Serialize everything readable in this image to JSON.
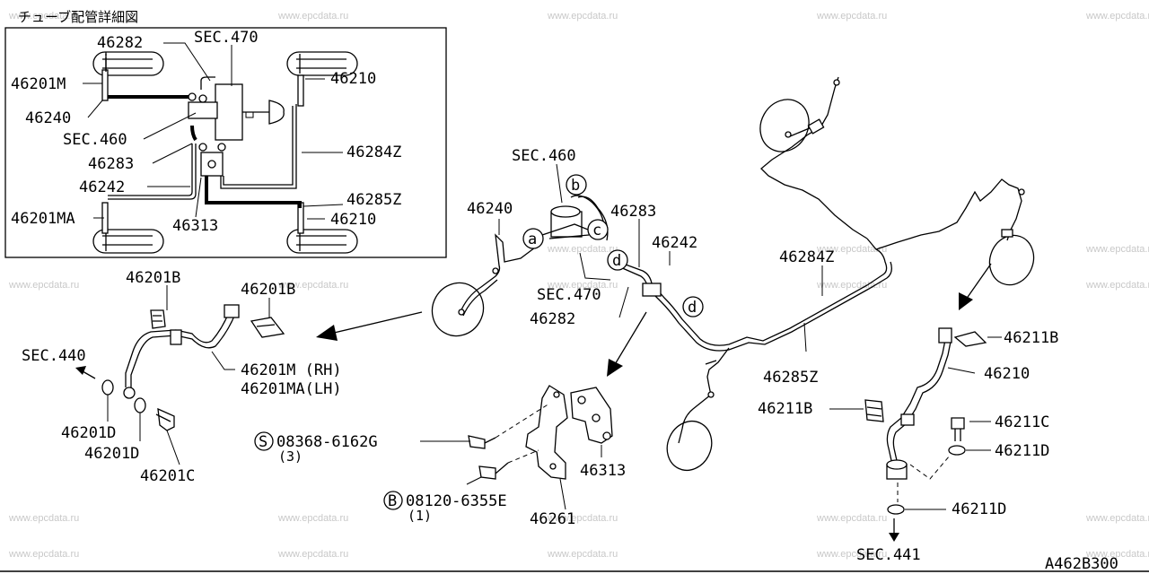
{
  "inset": {
    "title": "チューブ配管詳細図"
  },
  "watermark": "www.epcdata.ru",
  "callouts": {
    "c_b": "b",
    "c_c": "c",
    "c_a": "a",
    "c_d1": "d",
    "c_d2": "d"
  },
  "labels": {
    "i46282": "46282",
    "isec470": "SEC.470",
    "i46201m": "46201M",
    "i46210a": "46210",
    "i46240": "46240",
    "isec460": "SEC.460",
    "i46284z": "46284Z",
    "i46283": "46283",
    "i46242": "46242",
    "i46285z": "46285Z",
    "i46201ma": "46201MA",
    "i46313": "46313",
    "i46210b": "46210",
    "m_sec460": "SEC.460",
    "m_46240": "46240",
    "m_46283": "46283",
    "m_46242": "46242",
    "m_46284z": "46284Z",
    "m_sec470": "SEC.470",
    "m_46282": "46282",
    "m_46285z": "46285Z",
    "l_46201b1": "46201B",
    "l_46201b2": "46201B",
    "l_sec440": "SEC.440",
    "l_46201m": "46201M (RH)",
    "l_46201ma": "46201MA(LH)",
    "l_46201d1": "46201D",
    "l_46201d2": "46201D",
    "l_46201c": "46201C",
    "s_circle": "S",
    "s_part": "08368-6162G",
    "s_qty": "(3)",
    "b_circle": "B",
    "b_part": "08120-6355E",
    "b_qty": "(1)",
    "c_46313": "46313",
    "c_46261": "46261",
    "r_46211b1": "46211B",
    "r_46210": "46210",
    "r_46211b2": "46211B",
    "r_46211c": "46211C",
    "r_46211d1": "46211D",
    "r_46211d2": "46211D",
    "r_sec441": "SEC.441",
    "code": "A462B300"
  }
}
